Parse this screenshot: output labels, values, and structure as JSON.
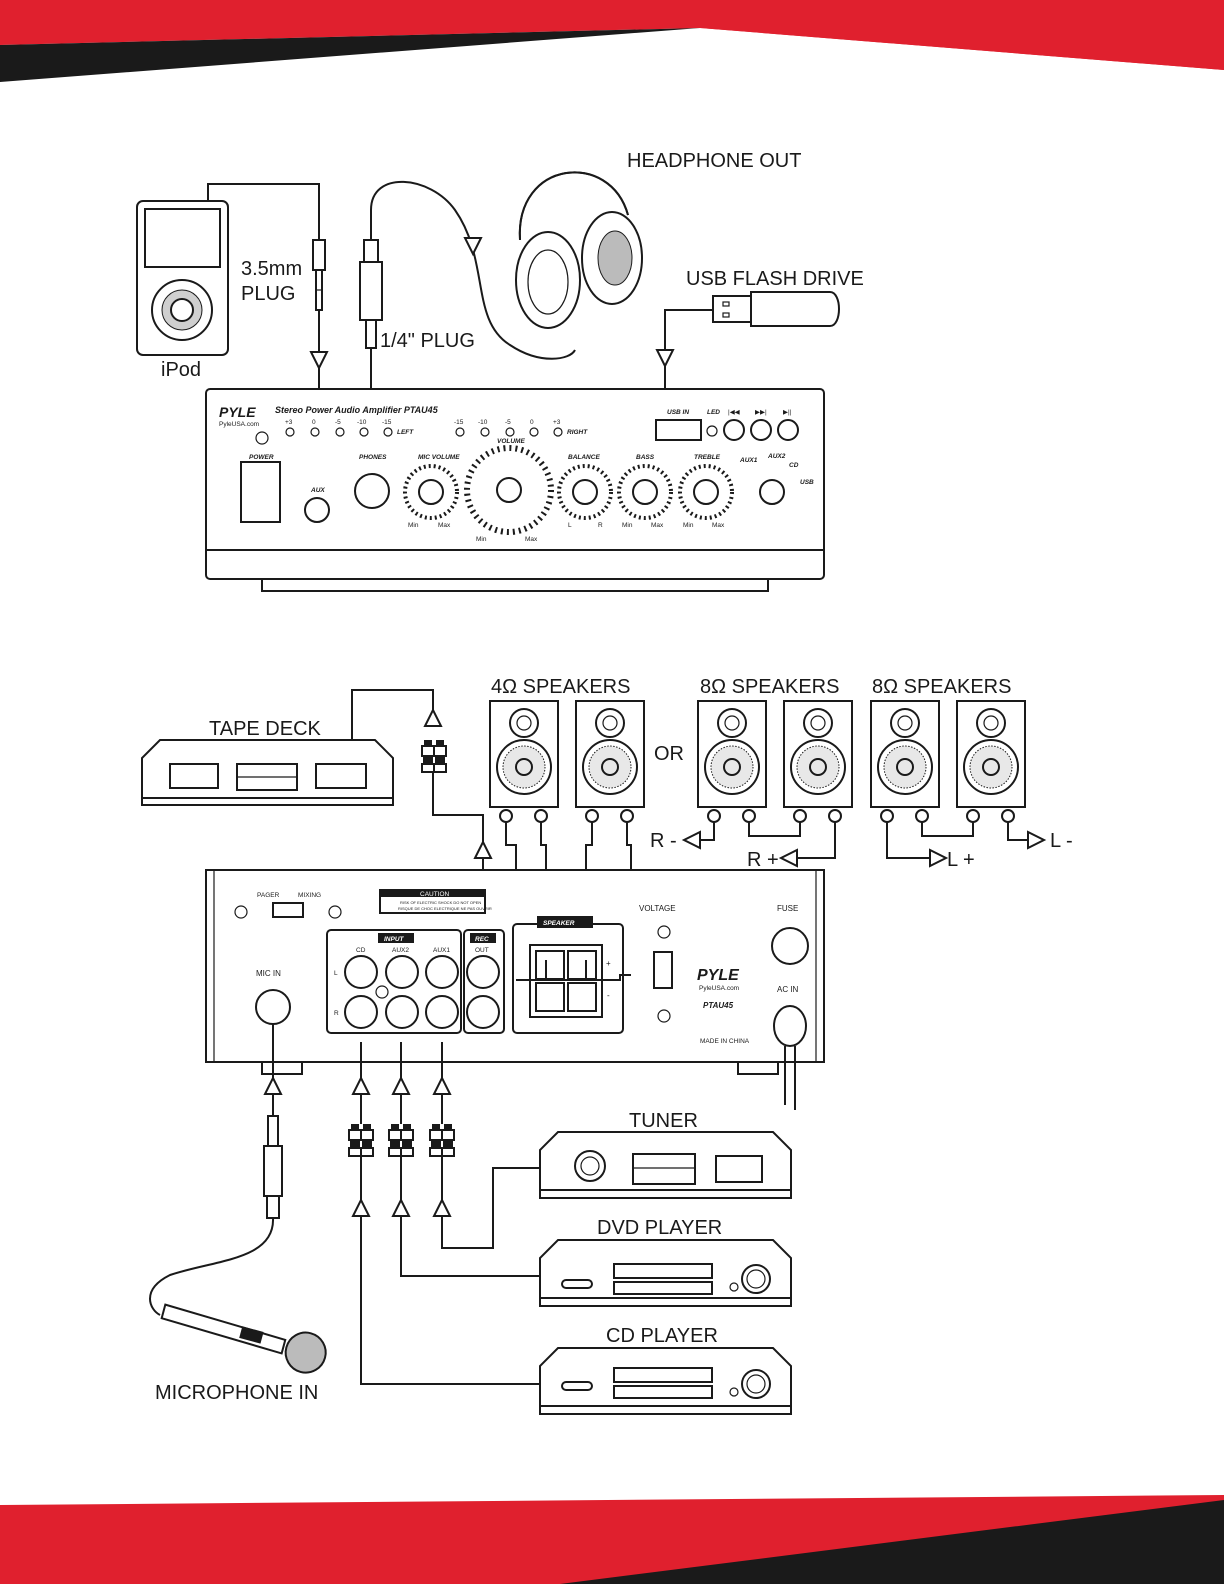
{
  "colors": {
    "accent": "#e0202e",
    "dark": "#1a1a1a",
    "background": "#ffffff"
  },
  "labels": {
    "headphone_out": "HEADPHONE OUT",
    "usb_flash_drive": "USB FLASH DRIVE",
    "plug_35mm_line1": "3.5mm",
    "plug_35mm_line2": "PLUG",
    "plug_quarter": "1/4\" PLUG",
    "ipod": "iPod",
    "tape_deck": "TAPE DECK",
    "speakers_4ohm": "4Ω  SPEAKERS",
    "speakers_8ohm_a": "8Ω  SPEAKERS",
    "speakers_8ohm_b": "8Ω  SPEAKERS",
    "or": "OR",
    "r_minus": "R -",
    "r_plus": "R +",
    "l_plus": "L +",
    "l_minus": "L -",
    "tuner": "TUNER",
    "dvd_player": "DVD PLAYER",
    "cd_player": "CD PLAYER",
    "microphone_in": "MICROPHONE IN"
  },
  "front_panel": {
    "brand": "PYLE",
    "site": "PyleUSA.com",
    "title": "Stereo Power Audio Amplifier   PTAU45",
    "power": "POWER",
    "aux": "AUX",
    "phones": "PHONES",
    "mic_volume": "MIC VOLUME",
    "volume": "VOLUME",
    "balance": "BALANCE",
    "bass": "BASS",
    "treble": "TREBLE",
    "aux1": "AUX1",
    "aux2": "AUX2",
    "cd": "CD",
    "usb": "USB",
    "usb_in": "USB IN",
    "led": "LED",
    "left": "LEFT",
    "right": "RIGHT",
    "min": "Min",
    "max": "Max",
    "l": "L",
    "r": "R",
    "left_scale": [
      "+3",
      "0",
      "-5",
      "-10",
      "-15"
    ],
    "right_scale": [
      "-15",
      "-10",
      "-5",
      "0",
      "+3"
    ]
  },
  "rear_panel": {
    "pager": "PAGER",
    "mixing": "MIXING",
    "caution": "CAUTION",
    "caution_line1": "RISK OF ELECTRIC SHOCK DO NOT OPEN",
    "caution_line2": "RISQUE DE CHOC ELECTRIQUE NE PAS OUVRIR",
    "mic_in": "MIC IN",
    "input": "INPUT",
    "rec": "REC",
    "cd": "CD",
    "aux2": "AUX2",
    "aux1": "AUX1",
    "out": "OUT",
    "l": "L",
    "r": "R",
    "speaker": "SPEAKER",
    "voltage": "VOLTAGE",
    "fuse": "FUSE",
    "ac_in": "AC IN",
    "brand": "PYLE",
    "site": "PyleUSA.com",
    "model": "PTAU45",
    "made_in": "MADE IN CHINA",
    "plus": "+",
    "minus": "-"
  }
}
